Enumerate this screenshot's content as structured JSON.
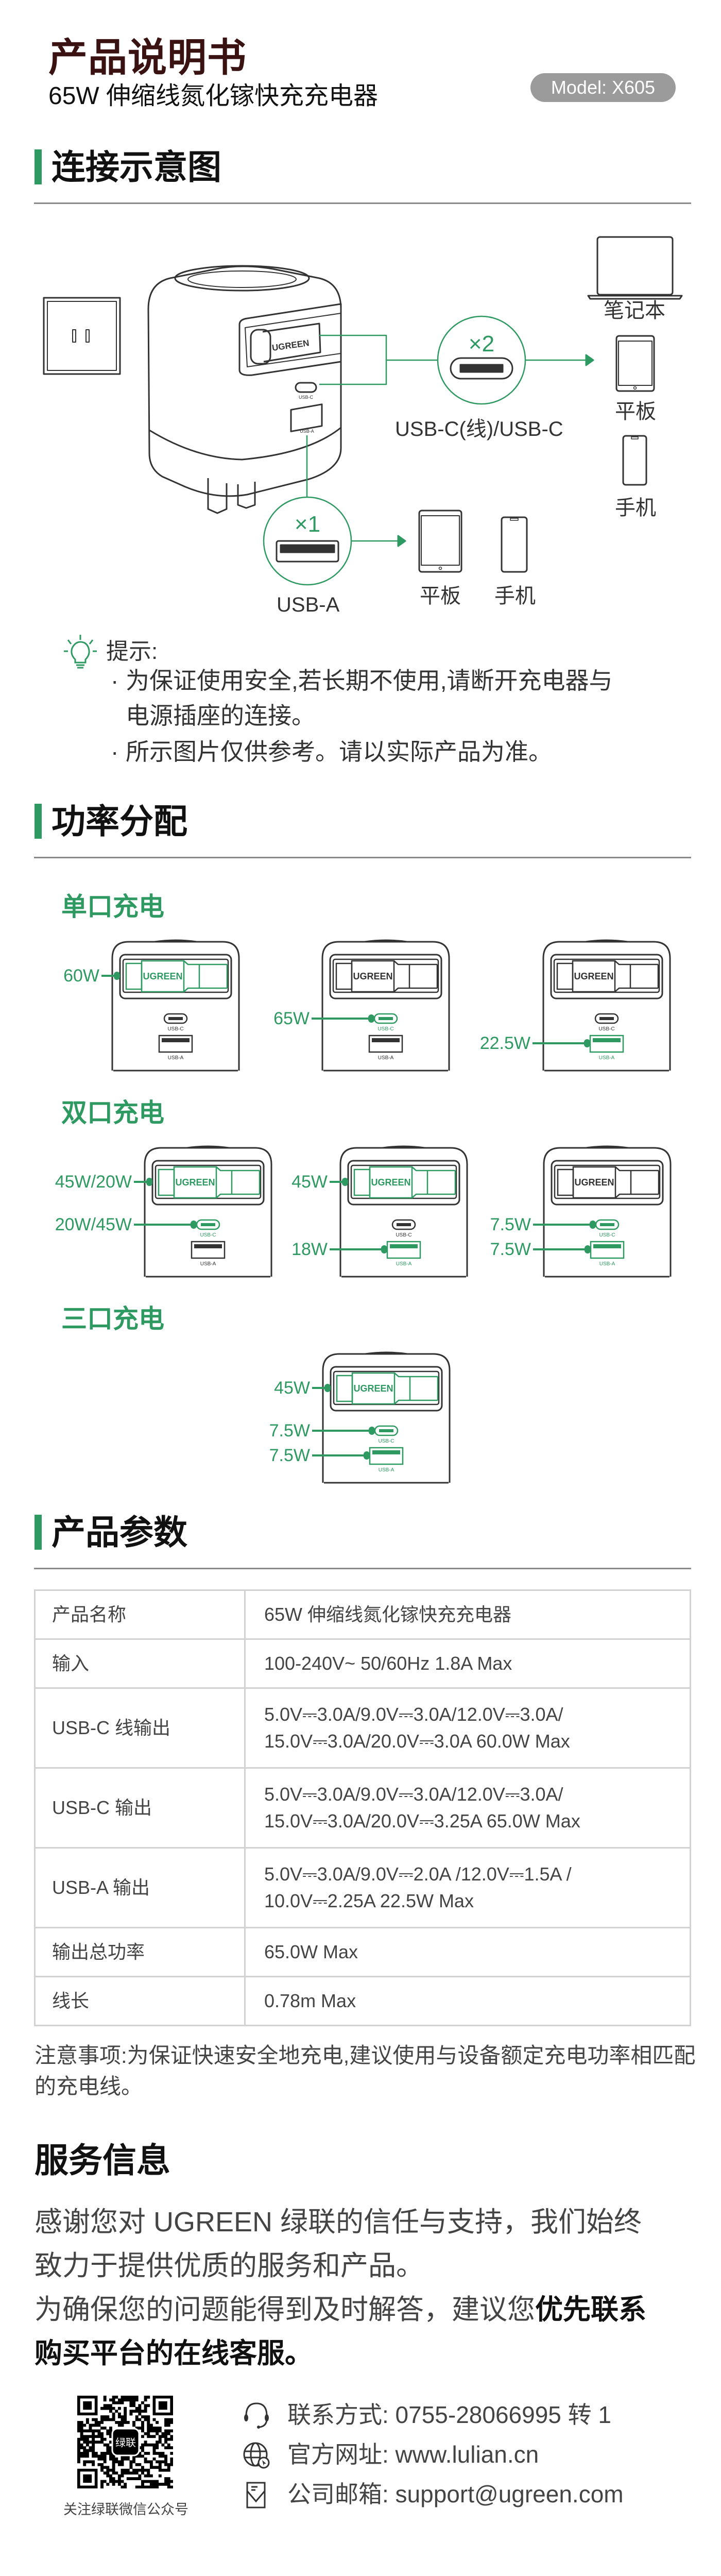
{
  "header": {
    "title": "产品说明书",
    "subtitle": "65W 伸缩线氮化镓快充充电器",
    "model": "Model: X605"
  },
  "colors": {
    "accent": "#2e9a62",
    "title": "#3b1212",
    "text": "#444444",
    "pill": "#9b9b9b"
  },
  "connection": {
    "title": "连接示意图",
    "brand": "UGREEN",
    "port_c_label": "USB-C",
    "port_a_label": "USB-A",
    "c_count": "×2",
    "a_count": "×1",
    "c_caption": "USB-C(线)/USB-C",
    "a_caption": "USB-A",
    "c_devices": [
      "笔记本",
      "平板",
      "手机"
    ],
    "a_devices": [
      "平板",
      "手机"
    ]
  },
  "tips": {
    "icon": "lightbulb-icon",
    "title": "提示:",
    "items": [
      [
        "为保证使用安全,若长期不使用,请断开充电器与",
        "电源插座的连接。"
      ],
      [
        "所示图片仅供参考。请以实际产品为准。"
      ]
    ]
  },
  "power": {
    "title": "功率分配",
    "brand": "UGREEN",
    "port_c_label": "USB-C",
    "port_a_label": "USB-A",
    "groups": [
      {
        "title": "单口充电",
        "chargers": [
          {
            "labels": [
              {
                "text": "60W",
                "port": "cable"
              }
            ]
          },
          {
            "labels": [
              {
                "text": "65W",
                "port": "c"
              }
            ]
          },
          {
            "labels": [
              {
                "text": "22.5W",
                "port": "a"
              }
            ]
          }
        ]
      },
      {
        "title": "双口充电",
        "chargers": [
          {
            "labels": [
              {
                "text": "45W/20W",
                "port": "cable"
              },
              {
                "text": "20W/45W",
                "port": "c"
              }
            ]
          },
          {
            "labels": [
              {
                "text": "45W",
                "port": "cable"
              },
              {
                "text": "18W",
                "port": "a"
              }
            ]
          },
          {
            "labels": [
              {
                "text": "7.5W",
                "port": "c"
              },
              {
                "text": "7.5W",
                "port": "a"
              }
            ]
          }
        ]
      },
      {
        "title": "三口充电",
        "chargers": [
          {
            "labels": [
              {
                "text": "45W",
                "port": "cable"
              },
              {
                "text": "7.5W",
                "port": "c"
              },
              {
                "text": "7.5W",
                "port": "a"
              }
            ]
          }
        ]
      }
    ]
  },
  "specs": {
    "title": "产品参数",
    "rows": [
      {
        "key": "产品名称",
        "value": [
          "65W 伸缩线氮化镓快充充电器"
        ]
      },
      {
        "key": "输入",
        "value": [
          "100-240V~ 50/60Hz 1.8A Max"
        ]
      },
      {
        "key": "USB-C 线输出",
        "value": [
          "5.0V⎓3.0A/9.0V⎓3.0A/12.0V⎓3.0A/",
          "15.0V⎓3.0A/20.0V⎓3.0A 60.0W Max"
        ]
      },
      {
        "key": "USB-C 输出",
        "value": [
          "5.0V⎓3.0A/9.0V⎓3.0A/12.0V⎓3.0A/",
          "15.0V⎓3.0A/20.0V⎓3.25A 65.0W Max"
        ]
      },
      {
        "key": "USB-A 输出",
        "value": [
          "5.0V⎓3.0A/9.0V⎓2.0A /12.0V⎓1.5A /",
          "10.0V⎓2.25A 22.5W Max"
        ]
      },
      {
        "key": "输出总功率",
        "value": [
          "65.0W Max"
        ]
      },
      {
        "key": "线长",
        "value": [
          "0.78m Max"
        ]
      }
    ],
    "note": "注意事项:为保证快速安全地充电,建议使用与设备额定充电功率相匹配的充电线。"
  },
  "service": {
    "title": "服务信息",
    "lines": [
      "感谢您对 UGREEN 绿联的信任与支持，我们始终",
      "致力于提供优质的服务和产品。"
    ],
    "line3_normal": "为确保您的问题能得到及时解答，建议您",
    "line3_bold": "优先联系",
    "line4_bold": "购买平台的在线客服。",
    "qr_logo": "绿联",
    "qr_caption": "关注绿联微信公众号",
    "contacts": [
      {
        "icon": "headset-icon",
        "text": "联系方式: 0755-28066995 转 1"
      },
      {
        "icon": "globe-icon",
        "text": "官方网址: www.lulian.cn"
      },
      {
        "icon": "mail-icon",
        "text": "公司邮箱: support@ugreen.com"
      }
    ]
  }
}
